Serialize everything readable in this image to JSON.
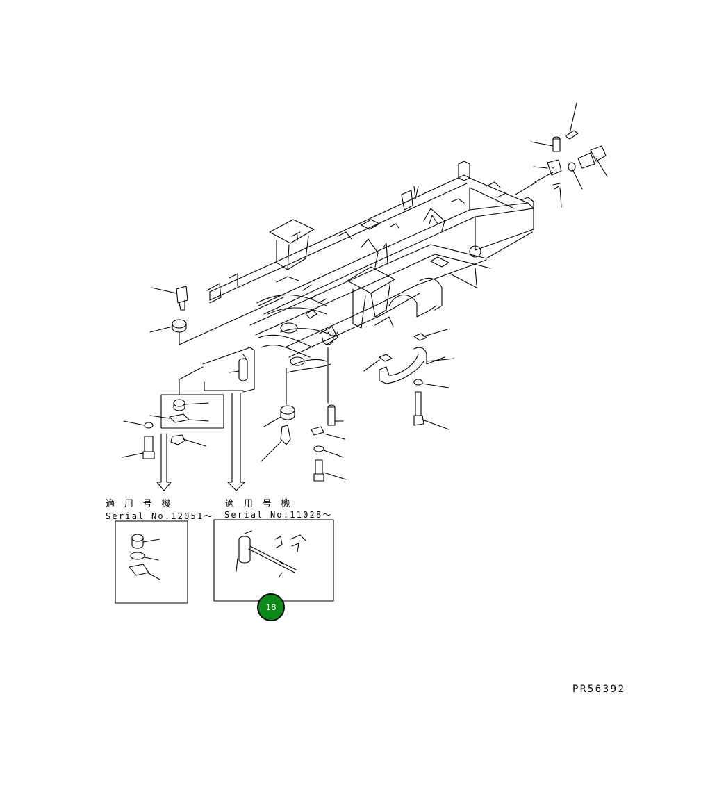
{
  "left_inset": {
    "applicable_label": "適 用 号 機",
    "serial_label": "Serial No.12051～"
  },
  "right_inset": {
    "applicable_label": "適 用 号 機",
    "serial_label": "Serial No.11028～"
  },
  "callout": {
    "number": "18",
    "color": "#0b8a18"
  },
  "drawing_code": "PR56392"
}
